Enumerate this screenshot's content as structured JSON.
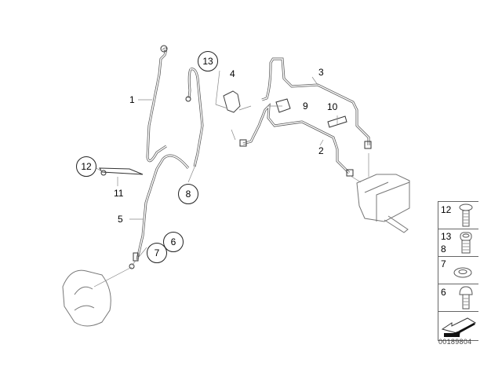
{
  "diagram": {
    "type": "exploded parts diagram - brake lines",
    "reference_number": "00189804",
    "callouts": [
      {
        "id": "1",
        "style": "plain"
      },
      {
        "id": "2",
        "style": "plain"
      },
      {
        "id": "3",
        "style": "plain"
      },
      {
        "id": "4",
        "style": "plain"
      },
      {
        "id": "5",
        "style": "plain"
      },
      {
        "id": "6",
        "style": "circled"
      },
      {
        "id": "7",
        "style": "circled"
      },
      {
        "id": "8",
        "style": "circled"
      },
      {
        "id": "9",
        "style": "plain"
      },
      {
        "id": "10",
        "style": "plain"
      },
      {
        "id": "11",
        "style": "plain"
      },
      {
        "id": "12",
        "style": "circled"
      },
      {
        "id": "13",
        "style": "circled"
      }
    ],
    "legend": [
      {
        "labels": [
          "12"
        ],
        "icon": "flange-bolt-icon"
      },
      {
        "labels": [
          "13",
          "8"
        ],
        "icon": "hollow-bolt-icon"
      },
      {
        "labels": [
          "7"
        ],
        "icon": "sealing-washer-icon"
      },
      {
        "labels": [
          "6"
        ],
        "icon": "dome-bolt-icon"
      },
      {
        "labels": [],
        "icon": "direction-arrow-icon"
      }
    ]
  }
}
